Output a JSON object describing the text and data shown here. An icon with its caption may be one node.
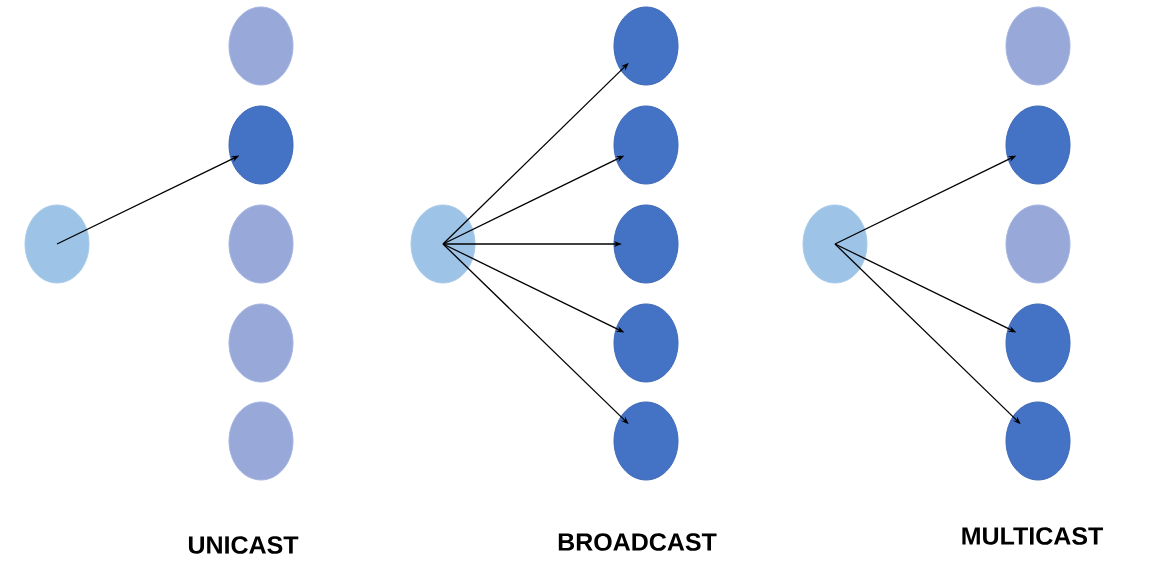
{
  "diagram": {
    "nodes": [
      {
        "text": [],
        "shape": "circle"
      },
      {
        "text": [],
        "shape": "circle"
      },
      {
        "text": [],
        "shape": "circle"
      },
      {
        "text": [],
        "shape": "circle"
      },
      {
        "text": [],
        "shape": "circle"
      },
      {
        "text": [],
        "shape": "circle"
      },
      {
        "text": [],
        "shape": "circle"
      },
      {
        "text": [],
        "shape": "circle"
      },
      {
        "text": [],
        "shape": "circle"
      },
      {
        "text": [],
        "shape": "circle"
      },
      {
        "text": [],
        "shape": "circle"
      },
      {
        "text": [],
        "shape": "circle"
      },
      {
        "text": [],
        "shape": "circle"
      },
      {
        "text": [],
        "shape": "circle"
      },
      {
        "text": [],
        "shape": "circle"
      },
      {
        "text": [],
        "shape": "circle"
      },
      {
        "text": [],
        "shape": "circle"
      },
      {
        "text": [],
        "shape": "circle"
      }
    ],
    "edges": [
      {
        "from": 0,
        "to": 2,
        "arrow": "to"
      },
      {
        "from": 6,
        "to": 7,
        "arrow": "to"
      },
      {
        "from": 6,
        "to": 8,
        "arrow": "to"
      },
      {
        "from": 6,
        "to": 9,
        "arrow": "to"
      },
      {
        "from": 6,
        "to": 10,
        "arrow": "to"
      },
      {
        "from": 6,
        "to": 11,
        "arrow": "to"
      },
      {
        "from": 12,
        "to": 14,
        "arrow": "to"
      },
      {
        "from": 12,
        "to": 16,
        "arrow": "to"
      },
      {
        "from": 12,
        "to": 17,
        "arrow": "to"
      }
    ],
    "labels": [
      "UNICAST",
      "BROADCAST",
      "MULTICAST"
    ]
  }
}
